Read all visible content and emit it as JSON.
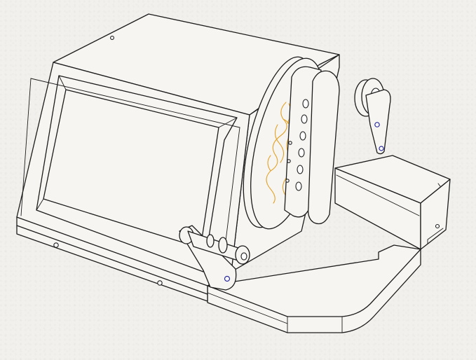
{
  "colors": {
    "background": "#f2f0ec",
    "line": "#1c1c1c",
    "highlight_wire": "#e3a32a",
    "highlight_hole": "#2a2a9a"
  },
  "figure": {
    "style": "isometric line drawing",
    "parts": [
      "enclosure",
      "screen-bezel",
      "round-disc-plate",
      "vertical-slider-bar",
      "arm-with-pulley",
      "base-plate",
      "rail-beam",
      "lower-arm-with-knob"
    ]
  }
}
